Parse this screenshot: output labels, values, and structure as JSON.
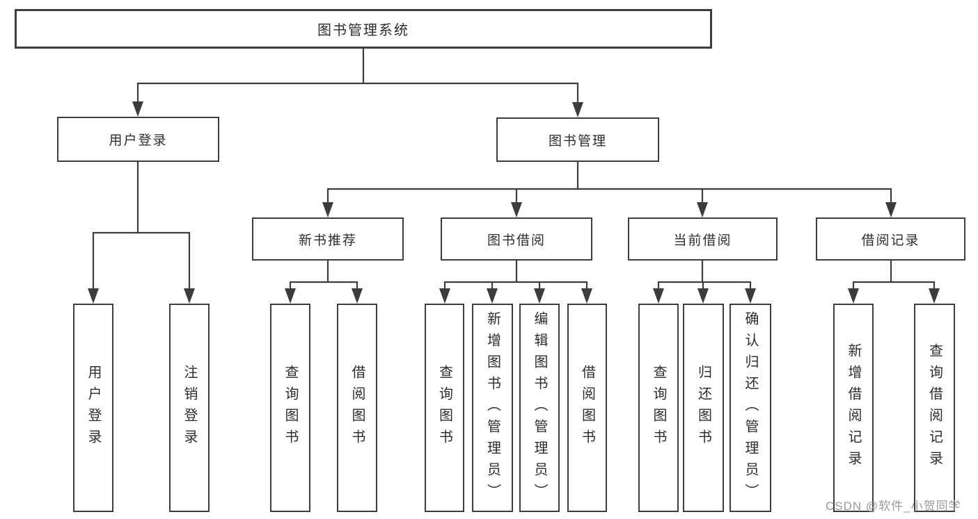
{
  "tree": {
    "root": {
      "label": "图书管理系统"
    },
    "branches": [
      {
        "label": "用户登录",
        "children": [
          {
            "label": "用户登录"
          },
          {
            "label": "注销登录"
          }
        ]
      },
      {
        "label": "图书管理",
        "children": [
          {
            "label": "新书推荐",
            "children": [
              {
                "label": "查询图书"
              },
              {
                "label": "借阅图书"
              }
            ]
          },
          {
            "label": "图书借阅",
            "children": [
              {
                "label": "查询图书"
              },
              {
                "label": "新增图书（管理员）"
              },
              {
                "label": "编辑图书（管理员）"
              },
              {
                "label": "借阅图书"
              }
            ]
          },
          {
            "label": "当前借阅",
            "children": [
              {
                "label": "查询图书"
              },
              {
                "label": "归还图书"
              },
              {
                "label": "确认归还（管理员）"
              }
            ]
          },
          {
            "label": "借阅记录",
            "children": [
              {
                "label": "新增借阅记录"
              },
              {
                "label": "查询借阅记录"
              }
            ]
          }
        ]
      }
    ]
  },
  "colors": {
    "line": "#3c3c3c",
    "box_background": "#ffffff",
    "text": "#2d2d2d",
    "watermark": "#9a9a9a"
  },
  "watermark": {
    "text": "CSDN @软件_小贺同学"
  }
}
